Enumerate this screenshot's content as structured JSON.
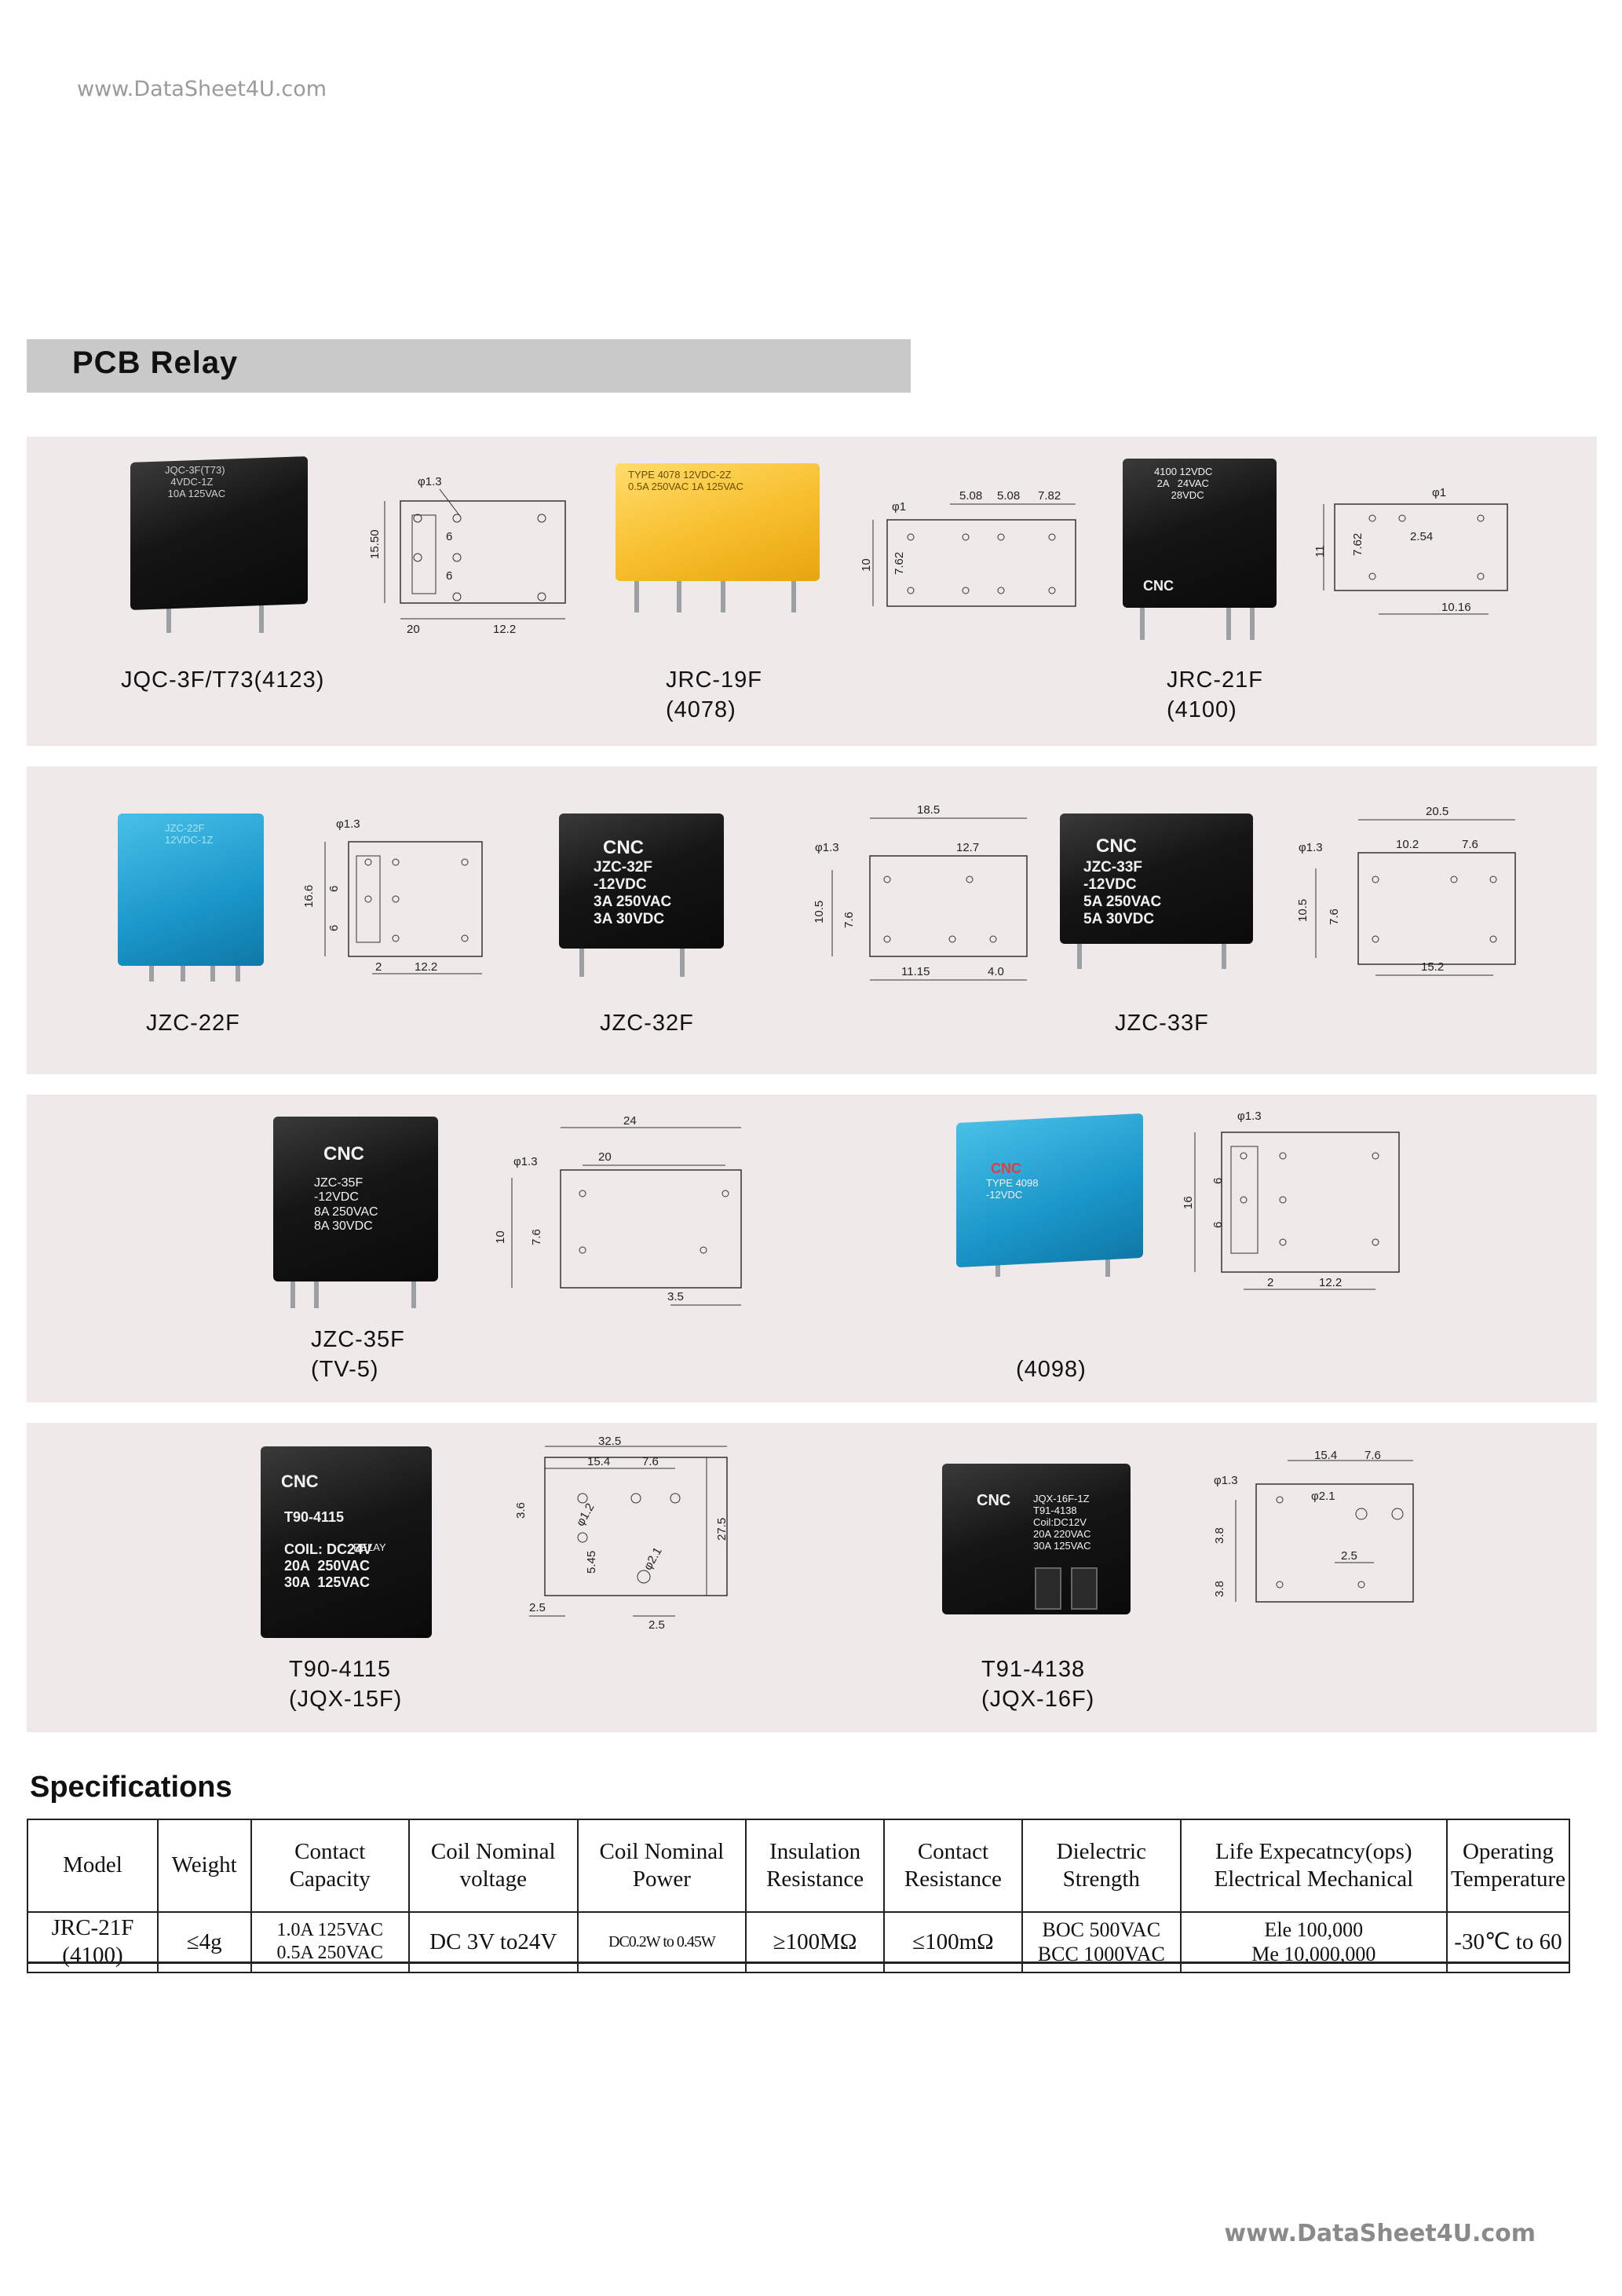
{
  "watermark_top": "www.DataSheet4U.com",
  "watermark_bottom": "www.DataSheet4U.com",
  "section_title": "PCB Relay",
  "relays": {
    "r1": {
      "label": "JQC-3F/T73(4123)",
      "text": "JQC-3F(T73)\n  4VDC-1Z\n 10A 125VAC"
    },
    "r2": {
      "label": "JRC-19F\n(4078)",
      "text": "TYPE 4078 12VDC-2Z\n0.5A 250VAC 1A 125VAC"
    },
    "r3": {
      "label": "JRC-21F\n(4100)",
      "text": "4100 12VDC\n 2A   24VAC\n      28VDC",
      "brand": "CNC"
    },
    "r4": {
      "label": "JZC-22F",
      "text": "JZC-22F\n12VDC-1Z"
    },
    "r5": {
      "label": "JZC-32F",
      "text": "JZC-32F\n-12VDC\n3A 250VAC\n3A 30VDC",
      "brand": "CNC"
    },
    "r6": {
      "label": "JZC-33F",
      "text": "JZC-33F\n-12VDC\n5A 250VAC\n5A 30VDC",
      "brand": "CNC"
    },
    "r7": {
      "label": "JZC-35F\n(TV-5)",
      "text": "JZC-35F\n-12VDC\n8A 250VAC\n8A 30VDC",
      "brand": "CNC"
    },
    "r8": {
      "label": "(4098)",
      "text": "TYPE 4098\n-12VDC",
      "brand": "CNC"
    },
    "r9": {
      "label": "T90-4115\n(JQX-15F)",
      "text": "T90-4115\n\nCOIL: DC24V\n20A  250VAC\n30A  125VAC",
      "brand": "CNC",
      "sub": "RELAY"
    },
    "r10": {
      "label": "T91-4138\n(JQX-16F)",
      "text": "JQX-16F-1Z\nT91-4138\nCoil:DC12V\n20A 220VAC\n30A 125VAC",
      "brand": "CNC"
    }
  },
  "dims": {
    "d1": [
      "φ1.3",
      "15.50",
      "6",
      "6",
      "20",
      "12.2"
    ],
    "d2": [
      "φ1",
      "5.08",
      "5.08",
      "7.82",
      "10",
      "7.62"
    ],
    "d3": [
      "φ1",
      "11",
      "7.62",
      "2.54",
      "10.16"
    ],
    "d4": [
      "φ1.3",
      "16.6",
      "6",
      "6",
      "2",
      "12.2"
    ],
    "d5": [
      "18.5",
      "φ1.3",
      "12.7",
      "10.5",
      "7.6",
      "11.15",
      "4.0"
    ],
    "d6": [
      "20.5",
      "φ1.3",
      "10.2",
      "7.6",
      "10.5",
      "7.6",
      "15.2"
    ],
    "d7": [
      "24",
      "φ1.3",
      "20",
      "10",
      "7.6",
      "3.5"
    ],
    "d8": [
      "φ1.3",
      "16",
      "6",
      "6",
      "2",
      "12.2"
    ],
    "d9": [
      "32.5",
      "15.4",
      "7.6",
      "3.6",
      "φ1.2",
      "5.45",
      "φ2.1",
      "27.5",
      "2.5",
      "2.5"
    ],
    "d10": [
      "15.4",
      "7.6",
      "φ1.3",
      "φ2.1",
      "3.8",
      "3.8",
      "2.5"
    ]
  },
  "spec_title": "Specifications",
  "spec_table": {
    "headers": [
      "Model",
      "Weight",
      "Contact\nCapacity",
      "Coil Nominal\nvoltage",
      "Coil Nominal\nPower",
      "Insulation\nResistance",
      "Contact\nResistance",
      "Dielectric\nStrength",
      "Life Expecatncy(ops)\nElectrical Mechanical",
      "Operating\nTemperature"
    ],
    "row": [
      "JRC-21F\n(4100)",
      "≤4g",
      "1.0A 125VAC\n0.5A 250VAC",
      "DC 3V  to24V",
      "DC0.2W to 0.45W",
      "≥100MΩ",
      "≤100mΩ",
      "BOC 500VAC\nBCC 1000VAC",
      "Ele 100,000\nMe 10,000,000",
      "-30℃ to 60"
    ]
  }
}
